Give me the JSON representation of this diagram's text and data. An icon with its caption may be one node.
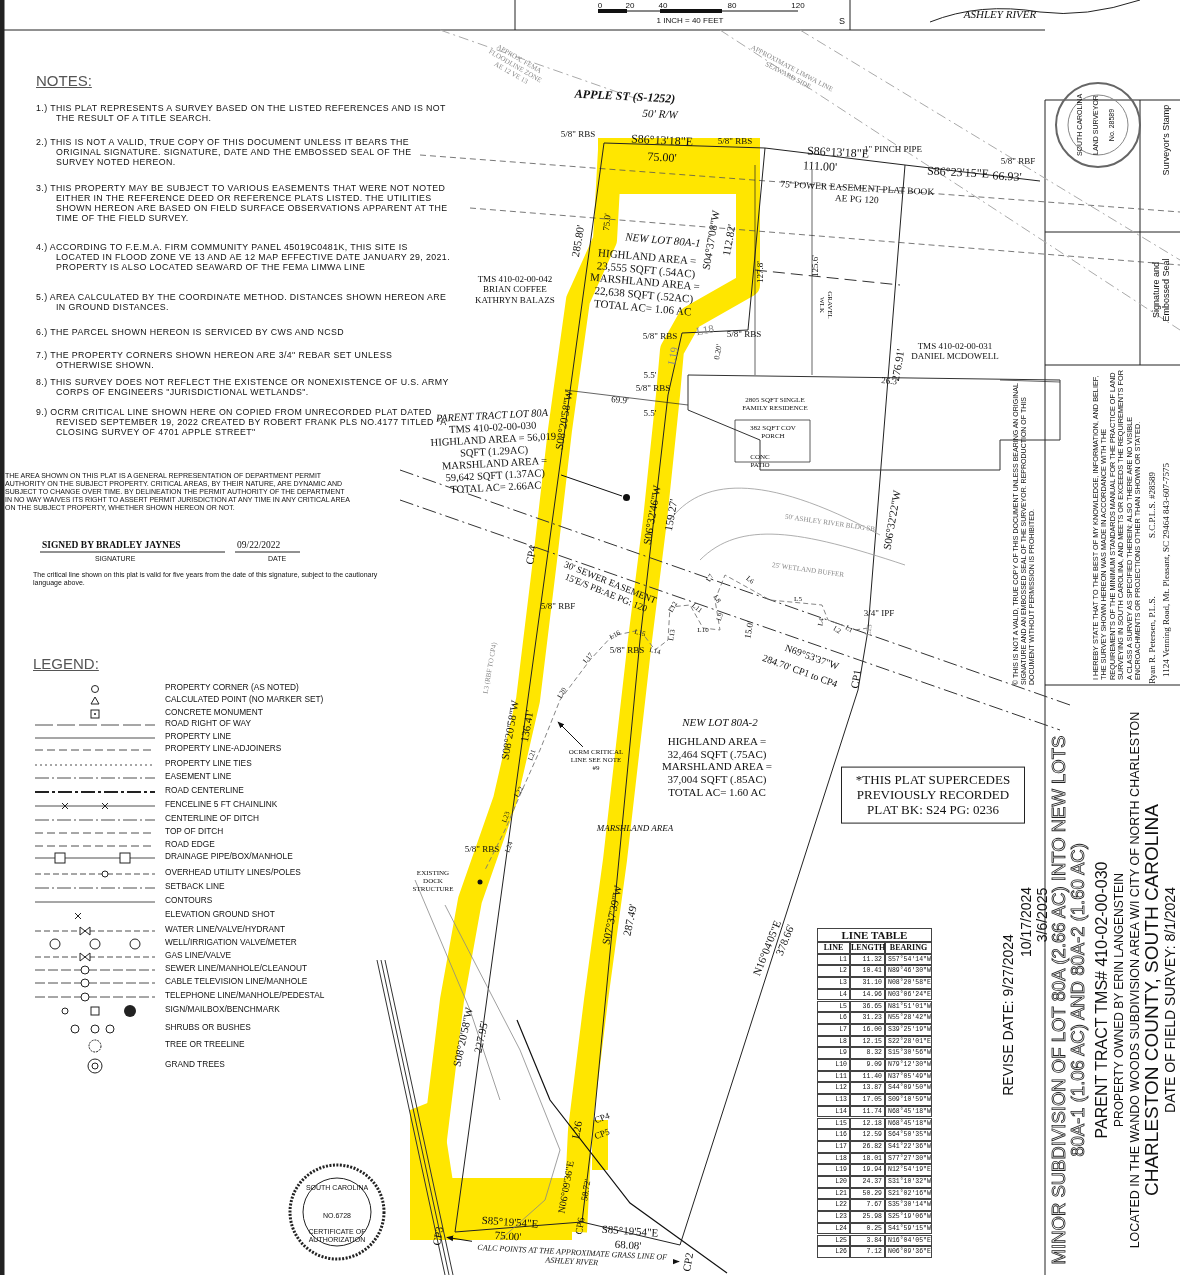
{
  "diagram": {
    "title": "MINOR SUBDIVISION OF LOT 80A (2.66 AC) INTO NEW LOTS 80A-1 (1.06 AC) AND 80A-2 (1.60 AC)",
    "nodes": [
      {
        "text": [
          "PARENT TRACT LOT 80A",
          "TMS 410-02-00-030 HIGHLAND AREA = 56,019 SQFT (1.29AC) MARSHLAND AREA = 59,642 SQFT (1.37AC) TOTAL AC= 2.66AC"
        ]
      },
      {
        "text": [],
        "shape": "circle"
      },
      {
        "text": [
          "OCRM CRITICAL LINE SEE NOTE #9"
        ]
      },
      {
        "text": [
          "CALC POINTS AT THE APPROXIMATE GRASS LINE OF ASHLEY RIVER"
        ]
      },
      {
        "text": [
          "CP3"
        ]
      },
      {
        "text": [
          "CP2"
        ]
      }
    ],
    "edges": [
      {
        "from": 0,
        "to": 1,
        "arrow": "none"
      },
      {
        "from": 2,
        "to": null,
        "arrow": "to"
      },
      {
        "from": 3,
        "to": 4,
        "arrow": "to"
      },
      {
        "from": 3,
        "to": 5,
        "arrow": "to"
      }
    ],
    "labels": [
      "0",
      "20",
      "40",
      "80",
      "120",
      "1 INCH = 40 FEET",
      "S",
      "ASHLEY RIVER",
      "NOTES:",
      "1.) THIS PLAT REPRESENTS A SURVEY BASED ON THE LISTED REFERENCES AND IS NOT THE RESULT OF A TITLE SEARCH.",
      "2.) THIS IS NOT A VALID, TRUE COPY OF THIS DOCUMENT UNLESS IT BEARS THE ORIGINAL SIGNATURE. SIGNATURE, DATE AND THE EMBOSSED SEAL OF THE SURVEY NOTED HEREON.",
      "3.) THIS PROPERTY MAY BE SUBJECT TO VARIOUS EASEMENTS THAT WERE NOT NOTED EITHER IN THE REFERENCE DEED OR REFERENCE PLATS LISTED. THE UTILITIES SHOWN HEREON ARE BASED ON FIELD SURFACE OBSERVATIONS APPARENT AT THE TIME OF THE FIELD SURVEY.",
      "4.) ACCORDING TO F.E.M.A. FIRM COMMUNITY PANEL 45019C0481K, THIS SITE IS LOCATED IN FLOOD ZONE VE 13 AND AE 12 MAP EFFECTIVE DATE JANUARY 29, 2021. PROPERTY IS ALSO LOCATED SEAWARD OF THE FEMA LIMWA LINE",
      "5.) AREA CALCULATED BY THE COORDINATE METHOD. DISTANCES SHOWN HEREON ARE IN GROUND DISTANCES.",
      "6.) THE PARCEL SHOWN HEREON IS SERVICED BY CWS AND NCSD",
      "7.) THE PROPERTY CORNERS SHOWN HEREON ARE 3/4\" REBAR SET UNLESS OTHERWISE SHOWN.",
      "8.) THIS SURVEY DOES NOT REFLECT THE EXISTENCE OR NONEXISTENCE OF U.S. ARMY CORPS OF ENGINEERS \"JURISDICTIONAL WETLANDS\".",
      "9.) OCRM CRITICAL LINE SHOWN HERE ON COPIED FROM UNRECORDED PLAT DATED REVISED SEPTEMBER 19, 2022 CREATED BY ROBERT FRANK PLS NO.4177 TITLED \"A CLOSING SURVEY OF 4701 APPLE STREET\"",
      "THE AREA SHOWN ON THIS PLAT IS A GENERAL REPRESENTATION OF DEPARTMENT PERMIT AUTHORITY ON THE SUBJECT PROPERTY. CRITICAL AREAS, BY THEIR NATURE, ARE DYNAMIC AND SUBJECT TO CHANGE OVER TIME. BY DELINEATION THE PERMIT AUTHORITY OF THE DEPARTMENT IN NO WAY WAIVES ITS RIGHT TO ASSERT PERMIT JURISDICTION AT ANY TIME IN ANY CRITICAL AREA ON THE SUBJECT PROPERTY, WHETHER SHOWN HEREON OR NOT.",
      "SIGNED BY BRADLEY JAYNES",
      "09/22/2022",
      "SIGNATURE",
      "DATE",
      "The critical line shown on this plat is valid for five years from the date of this signature, subject to the cautionary language above.",
      "LEGEND:",
      "APPROX. FEMA FLOODLINE ZONE AE 12 VE 13",
      "APPROXIMATE LIMWA LINE SEAWARD SIDE",
      "APPLE ST (S-1252)",
      "50' R/W",
      "5/8\" RBS",
      "S86°13'18\"E",
      "75.00'",
      "5/8\" RBS",
      "1\" PINCH PIPE",
      "S86°13'18\"E",
      "111.00'",
      "5/8\" RBF",
      "S86°23'15\"E",
      "66.93'",
      "75' POWER EASEMENT PLAT BOOK AE PG 120",
      "75.0'",
      "NEW LOT 80A-1",
      "HIGHLAND AREA = 23,555 SQFT (.54AC) MARSHLAND AREA = 22,638 SQFT (.52AC) TOTAL AC= 1.06 AC",
      "S04°37'08\"W",
      "112.82'",
      "127.8'",
      "125.6'",
      "GRAVEL WLK",
      "TMS 410-02-00-042 BRIAN COFFEE KATHRYN BALAZS",
      "285.80'",
      "S08°20'58\"W",
      "5/8\" RBS",
      "L18",
      "5/8\" RBS",
      "L19",
      "0.20'",
      "TMS 410-02-00-031 DANIEL MCDOWELL",
      "276.91'",
      "5.5'",
      "5/8\" RBS",
      "69.9'",
      "5.5'",
      "26.3'",
      "2805 SQFT SINGLE FAMILY RESIDENCE",
      "382 SQFT COV PORCH",
      "CONC PATIO",
      "S06°32'46\"W",
      "159.27'",
      "S06°32'22\"W",
      "50' ASHLEY RIVER BLDG SB",
      "25' WETLAND BUFFER",
      "CP4",
      "30' SEWER EASEMENT 15'E/S PB:AE PG: 120",
      "L3 (RBF TO CP4)",
      "5/8\" RBF",
      "L7",
      "L6",
      "L8",
      "L5",
      "L12",
      "L11",
      "L9",
      "L4",
      "L2",
      "L1",
      "L25",
      "L10",
      "L16",
      "L15",
      "L13",
      "L14",
      "L17",
      "L20",
      "L21",
      "L22",
      "L23",
      "L24",
      "15.0'",
      "3/4\" IPF",
      "N69°53'37\"W",
      "284.70' CP1 to CP4",
      "CP1",
      "5/8\" RBS",
      "136.41'",
      "S08°20'58\"W",
      "NEW LOT 80A-2",
      "HIGHLAND AREA = 32,464 SQFT (.75AC) MARSHLAND AREA = 37,004 SQFT (.85AC) TOTAL AC= 1.60 AC",
      "*THIS PLAT SUPERCEDES PREVIOUSLY RECORDED PLAT BK: S24 PG: 0236",
      "MARSHLAND AREA",
      "5/8\" RBS",
      "EXISTING DOCK STRUCTURE",
      "S07°37'39\"W",
      "287.49'",
      "N16°04'05\"E",
      "378.66'",
      "S08°20'58\"W",
      "227.95'",
      "L26",
      "CP4",
      "CP5",
      "N06°09'36\"E",
      "58.72'",
      "S85°19'54\"E",
      "CP6",
      "S85°19'54\"E",
      "75.00'",
      "68.08'",
      "REVISE DATE: 9/27/2024",
      "10/17/2024",
      "3/6/2025",
      "PARENT TRACT TMS# 410-02-00-030",
      "PROPERTY OWNED BY ERIN LANGENSTEIN",
      "LOCATED IN THE WANDO WOODS SUBDIVISION AREA W/I CITY OF NORTH CHARLESTON",
      "CHARLESTON COUNTY, SOUTH CAROLINA",
      "DATE OF FIELD SURVEY: 8/1/2024",
      "SOUTH CAROLINA",
      "LAND SURVEYOR",
      "No. 28589",
      "Surveyor's Stamp",
      "Signature and Embossed Seal",
      "© THIS IS NOT A VALID, TRUE COPY OF THIS DOCUMENT UNLESS BEARING AN ORIGINAL SIGNATURE AND AN EMBOSSED SEAL OF THE SURVEYOR. REPRODUCTION OF THIS DOCUMENT WITHOUT PERMISSION IS PROHIBITED.",
      "I HEREBY STATE THAT TO THE BEST OF MY KNOWLEDGE, INFORMATION, AND BELIEF, THE SURVEY SHOWN HEREON WAS MADE IN ACCORDANCE WITH THE REQUIREMENTS OF THE MINIMUM STANDARDS MANUAL FOR THE PRACTICE OF LAND SURVEYING IN SOUTH CAROLINA, AND MEETS OR EXCEEDS THE REQUIREMENTS FOR A CLASS A SURVEY AS SPECIFIED THEREIN; ALSO THERE ARE NO VISIBLE ENCROACHMENTS OR PROJECTIONS OTHER THAN SHOWN OR STATED.",
      "Ryan R. Petersen, P.L.S.",
      "S.C.P.L.S. #28589",
      "1124 Venning Road, Mt. Pleasant, SC 29464 843-607-7575",
      "SOUTH CAROLINA",
      "NO.6728",
      "CERTIFICATE OF AUTHORIZATION",
      "LINE TABLE",
      "LINE",
      "LENGTH",
      "BEARING",
      "L1",
      "11.32",
      "S57°54'14\"W",
      "L2",
      "10.41",
      "N89°46'30\"W",
      "L3",
      "31.10",
      "N08°20'58\"E",
      "L4",
      "14.96",
      "N03°06'24\"E",
      "L5",
      "36.65",
      "N81°51'01\"W",
      "L6",
      "31.23",
      "N55°28'42\"W",
      "L7",
      "16.00",
      "S39°25'19\"W",
      "L8",
      "12.15",
      "S22°28'01\"E",
      "L9",
      "8.32",
      "S15°30'56\"W",
      "L10",
      "9.09",
      "N79°12'30\"W",
      "L11",
      "11.40",
      "N37°05'49\"W",
      "L12",
      "13.87",
      "S44°09'50\"W",
      "L13",
      "17.05",
      "S09°10'59\"W",
      "L14",
      "11.74",
      "N68°45'18\"W",
      "L15",
      "12.18",
      "N68°45'18\"W",
      "L16",
      "12.59",
      "S64°50'35\"W",
      "L17",
      "26.82",
      "S41°22'36\"W",
      "L18",
      "18.01",
      "S77°27'30\"W",
      "L19",
      "19.94",
      "N12°54'19\"E",
      "L20",
      "24.37",
      "S31°10'32\"W",
      "L21",
      "50.29",
      "S21°02'16\"W",
      "L22",
      "7.67",
      "S35°30'14\"W",
      "L23",
      "25.98",
      "S25°19'06\"W",
      "L24",
      "0.25",
      "S41°59'15\"W",
      "L25",
      "3.84",
      "N16°04'05\"E",
      "L26",
      "7.12",
      "N06°09'36\"E"
    ],
    "legend": [
      {
        "text": "PROPERTY CORNER (AS NOTED)"
      },
      {
        "text": "CALCULATED POINT (NO MARKER SET)"
      },
      {
        "text": "CONCRETE MONUMENT"
      },
      {
        "text": "ROAD RIGHT OF WAY"
      },
      {
        "text": "PROPERTY LINE"
      },
      {
        "text": "PROPERTY LINE-ADJOINERS"
      },
      {
        "text": "PROPERTY LINE TIES"
      },
      {
        "text": "EASEMENT LINE"
      },
      {
        "text": "ROAD CENTERLINE"
      },
      {
        "text": "FENCELINE 5 FT CHAINLINK"
      },
      {
        "text": "CENTERLINE OF DITCH"
      },
      {
        "text": "TOP OF DITCH"
      },
      {
        "text": "ROAD EDGE"
      },
      {
        "text": "DRAINAGE PIPE/BOX/MANHOLE"
      },
      {
        "text": "OVERHEAD UTILITY LINES/POLES"
      },
      {
        "text": "SETBACK LINE"
      },
      {
        "text": "CONTOURS"
      },
      {
        "text": "ELEVATION GROUND SHOT"
      },
      {
        "text": "WATER LINE/VALVE/HYDRANT"
      },
      {
        "text": "WELL/IRRIGATION VALVE/METER"
      },
      {
        "text": "GAS LINE/VALVE"
      },
      {
        "text": "SEWER LINE/MANHOLE/CLEANOUT"
      },
      {
        "text": "CABLE TELEVISION LINE/MANHOLE"
      },
      {
        "text": "TELEPHONE LINE/MANHOLE/PEDESTAL"
      },
      {
        "text": "SIGN/MAILBOX/BENCHMARK"
      },
      {
        "text": "SHRUBS OR BUSHES"
      },
      {
        "text": "TREE OR TREELINE"
      },
      {
        "text": "GRAND TREES"
      }
    ]
  }
}
